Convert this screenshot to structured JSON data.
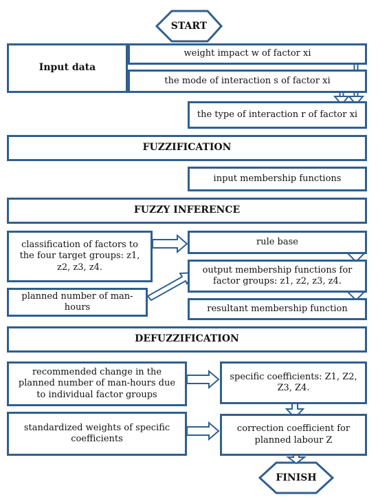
{
  "start": "START",
  "finish": "FINISH",
  "input_data": "Input data",
  "weight_impact": "weight impact w of factor xi",
  "mode_interaction": "the mode of interaction s of factor xi",
  "type_interaction": "the type of interaction r of factor xi",
  "fuzzification": "FUZZIFICATION",
  "input_membership": "input membership functions",
  "fuzzy_inference": "FUZZY INFERENCE",
  "classification": "classification of factors to the four target groups: z1, z2, z3, z4.",
  "rule_base": "rule base",
  "output_membership": "output membership functions for factor groups: z1, z2, z3, z4.",
  "planned_manhours": "planned number of man-hours",
  "resultant_membership": "resultant membership function",
  "defuzzification": "DEFUZZIFICATION",
  "recommended_change": "recommended change in the planned number of man-hours due to individual factor groups",
  "specific_coefficients": "specific coefficients: Z1, Z2, Z3, Z4.",
  "standardized_weights": "standardized weights of specific coefficients",
  "correction_coefficient": "correction coefficient for planned labour Z",
  "colors": {
    "stroke": "#2f5f8f",
    "text": "#111111"
  }
}
